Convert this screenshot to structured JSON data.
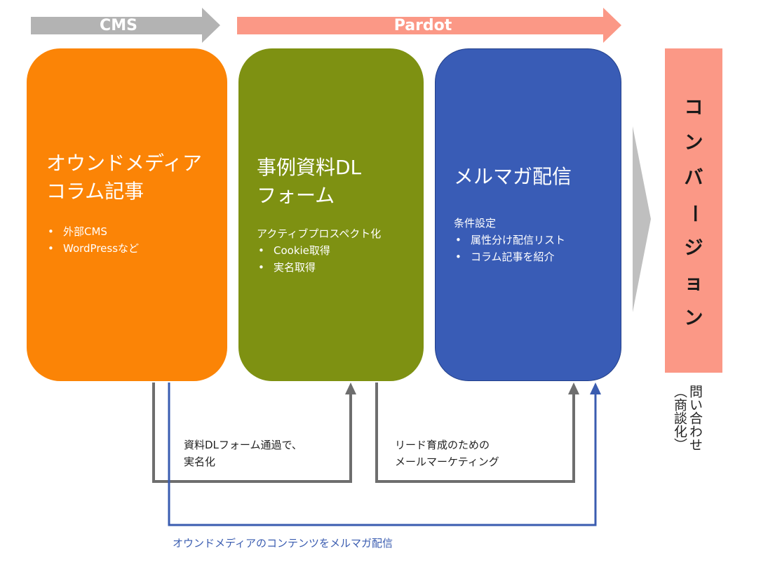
{
  "banners": {
    "cms": "CMS",
    "pardot": "Pardot"
  },
  "boxes": [
    {
      "title_lines": [
        "オウンドメディア",
        "コラム記事"
      ],
      "intro": "",
      "bullets": [
        "外部CMS",
        "WordPressなど"
      ],
      "color": "#fb8406"
    },
    {
      "title_lines": [
        "事例資料DL",
        "フォーム"
      ],
      "intro": "アクティブプロスペクト化",
      "bullets": [
        "Cookie取得",
        "実名取得"
      ],
      "color": "#7e9112"
    },
    {
      "title_lines": [
        "メルマガ配信"
      ],
      "intro": "条件設定",
      "bullets": [
        "属性分け配信リスト",
        "コラム記事を紹介"
      ],
      "color": "#395cb6"
    }
  ],
  "conversion": {
    "label": "コンバージョン",
    "inquiry_line1": "問い合わせ",
    "inquiry_line2": "（商談化）"
  },
  "flows": {
    "gray1_line1": "資料DLフォーム通過で、",
    "gray1_line2": "実名化",
    "gray2_line1": "リード育成のための",
    "gray2_line2": "メールマーケティング",
    "blue": "オウンドメディアのコンテンツをメルマガ配信"
  },
  "colors": {
    "cms_banner": "#b3b3b3",
    "pardot_banner": "#fb9886",
    "big_arrow": "#bfbfbf",
    "gray_line": "#6e6e6e",
    "blue_line": "#3a5cb0"
  }
}
